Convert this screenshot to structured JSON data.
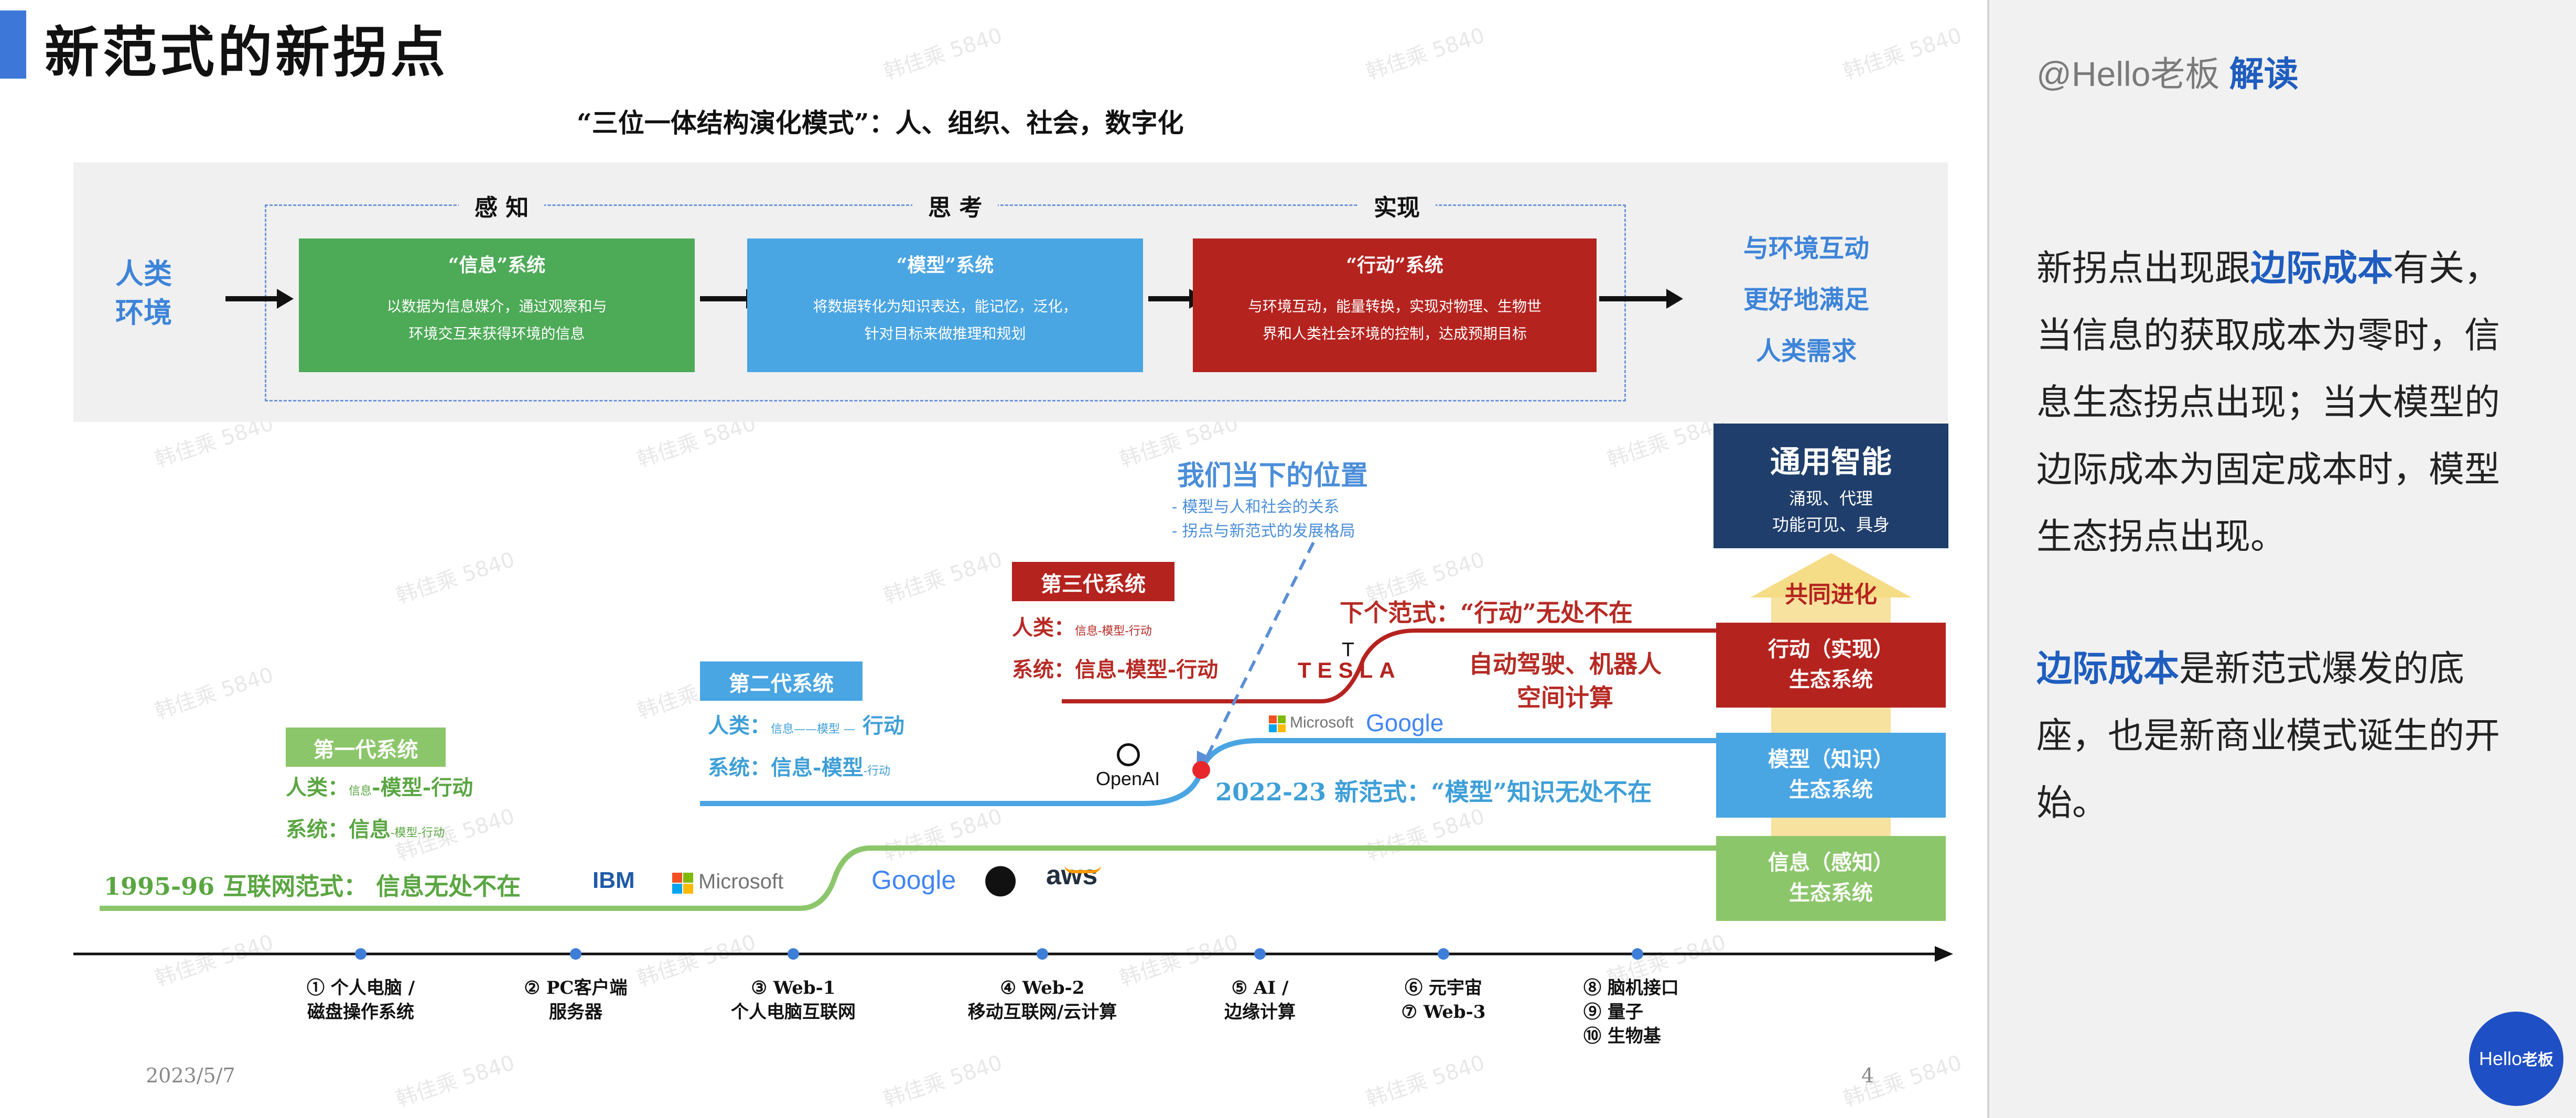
{
  "header": {
    "title": "新范式的新拐点",
    "subtitle": "“三位一体结构演化模式”：人、组织、社会，数字化"
  },
  "stages": {
    "perceive": "感 知",
    "think": "思 考",
    "act": "实现"
  },
  "left_side": {
    "line1": "人类",
    "line2": "环境"
  },
  "right_side": {
    "line1": "与环境互动",
    "line2": "更好地满足",
    "line3": "人类需求"
  },
  "systems": [
    {
      "title": "“信息”系统",
      "desc1": "以数据为信息媒介，通过观察和与",
      "desc2": "环境交互来获得环境的信息"
    },
    {
      "title": "“模型”系统",
      "desc1": "将数据转化为知识表达，能记忆，泛化，",
      "desc2": "针对目标来做推理和规划"
    },
    {
      "title": "“行动”系统",
      "desc1": "与环境互动，能量转换，实现对物理、生物世",
      "desc2": "界和人类社会环境的控制，达成预期目标"
    }
  ],
  "colors": {
    "green": "#4daa57",
    "blue": "#4aa5e3",
    "red": "#b5231f",
    "navy": "#1f3e6b",
    "accent": "#1f5dbf"
  },
  "generations": {
    "gen1": {
      "label": "第一代系统",
      "human_prefix": "人类：",
      "human_small": "信息",
      "human_big": "-模型-行动",
      "system_prefix": "系统：",
      "system_big": "信息",
      "system_small": "-模型-行动"
    },
    "gen2": {
      "label": "第二代系统",
      "human_prefix": "人类：",
      "human_small": "信息——模型 —",
      "human_big": "行动",
      "system_prefix": "系统：",
      "system_big": "信息-模型",
      "system_small": "-行动"
    },
    "gen3": {
      "label": "第三代系统",
      "human_prefix": "人类：",
      "human_small": "信息-模型-行动",
      "system_prefix": "系统：",
      "system_big": "信息-模型-行动"
    }
  },
  "current": {
    "title": "我们当下的位置",
    "item1": "- 模型与人和社会的关系",
    "item2": "- 拐点与新范式的发展格局"
  },
  "paradigms": {
    "p1995": "1995-96  互联网范式：  信息无处不在",
    "p2022": "2022-23  新范式：“模型”知识无处不在",
    "next": "下个范式：“行动”无处不在",
    "next_detail1": "自动驾驶、机器人",
    "next_detail2": "空间计算"
  },
  "logos": {
    "ibm": "IBM",
    "microsoft": "Microsoft",
    "google": "Google",
    "aws": "aws",
    "openai": "OpenAI",
    "tesla": "TESLA",
    "ms_google_ms": "Microsoft",
    "ms_google_g": "Google"
  },
  "ecosystems": {
    "agi_title": "通用智能",
    "agi_sub1": "涌现、代理",
    "agi_sub2": "功能可见、具身",
    "co_evolve": "共同进化",
    "action1": "行动（实现）",
    "action2": "生态系统",
    "model1": "模型（知识）",
    "model2": "生态系统",
    "info1": "信息（感知）",
    "info2": "生态系统"
  },
  "timeline": [
    {
      "l1": "① 个人电脑 /",
      "l2": "磁盘操作系统"
    },
    {
      "l1": "② PC客户端",
      "l2": "服务器"
    },
    {
      "l1": "③ Web-1",
      "l2": "个人电脑互联网"
    },
    {
      "l1": "④ Web-2",
      "l2": "移动互联网/云计算"
    },
    {
      "l1": "⑤ AI /",
      "l2": "边缘计算"
    },
    {
      "l1": "⑥ 元宇宙",
      "l2": "⑦ Web-3"
    },
    {
      "l1": "⑧ 脑机接口",
      "l2": "⑨ 量子",
      "l3": "⑩ 生物基"
    }
  ],
  "footer": {
    "date": "2023/5/7",
    "page": "4"
  },
  "watermark": "韩佳乘 5840",
  "sidebar": {
    "brand": "@Hello老板",
    "brand_accent": "解读",
    "p1_a": "新拐点出现跟",
    "p1_hl": "边际成本",
    "p1_b": "有关，当信息的获取成本为零时，信息生态拐点出现；当大模型的边际成本为固定成本时，模型生态拐点出现。",
    "p2_hl": "边际成本",
    "p2_b": "是新范式爆发的底座，也是新商业模式诞生的开始。",
    "badge_a": "Hello",
    "badge_b": "老板"
  }
}
